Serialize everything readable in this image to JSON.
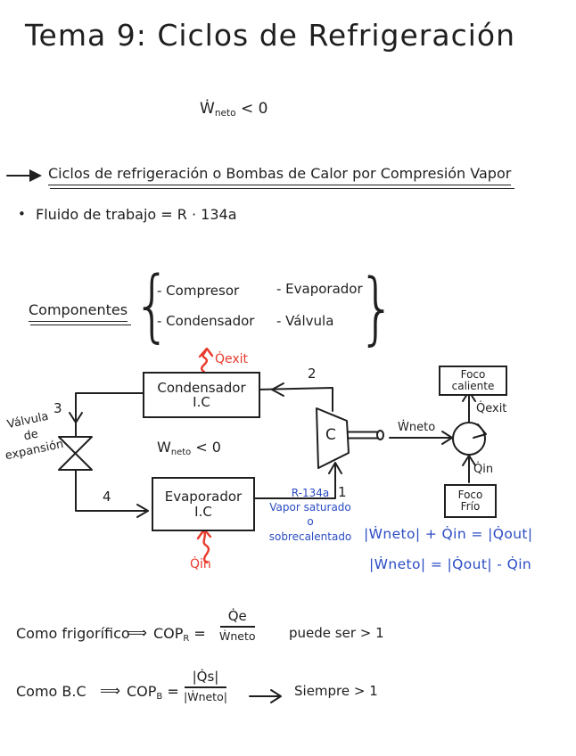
{
  "colors": {
    "ink": "#1f1f1f",
    "red": "#e8392b",
    "blue": "#2b4cc4"
  },
  "header": {
    "title": "Tema 9: Ciclos de Refrigeración",
    "w_sym": "Ẇ",
    "w_sub": "neto",
    "w_tail": " < 0"
  },
  "intro": {
    "heading": "Ciclos de refrigeración o Bombas de Calor por Compresión Vapor",
    "bullet": "•",
    "fluid": "Fluido de trabajo = R · 134a"
  },
  "componentes": {
    "label": "Componentes",
    "brace_open": "{",
    "brace_close": "}",
    "items_col1": [
      "- Compresor",
      "- Condensador"
    ],
    "items_col2": [
      "- Evaporador",
      "- Válvula"
    ]
  },
  "cycle": {
    "condenser_l1": "Condensador",
    "condenser_l2": "I.C",
    "evaporator_l1": "Evaporador",
    "evaporator_l2": "I.C",
    "compressor": "C",
    "valve_l1": "Válvula",
    "valve_l2": "de",
    "valve_l3": "expansión",
    "s1": "1",
    "s2": "2",
    "s3": "3",
    "s4": "4",
    "w_sym": "W",
    "w_sub": "neto",
    "w_tail": " < 0",
    "q_exit": "Q̇exit",
    "q_in": "Q̇in",
    "note_l1": "R-134a",
    "note_l2": "Vapor saturado",
    "note_l3": "o",
    "note_l4": "sobrecalentado"
  },
  "energy": {
    "hot_l1": "Foco",
    "hot_l2": "caliente",
    "cold_l1": "Foco",
    "cold_l2": "Frío",
    "w_label": "Ẇneto",
    "q_exit": "Q̇exit",
    "q_in": "Q̇in"
  },
  "equations": {
    "balance1": "|Ẇneto| + Q̇in = |Q̇out|",
    "balance2": "|Ẇneto| = |Q̇out| - Q̇in"
  },
  "cop_r": {
    "como": "Como frigorífico",
    "implies": "⟹",
    "cop": "COP",
    "sub": "R",
    "equals": "=",
    "num": "Q̇e",
    "den": "Ẇneto",
    "note": "puede ser > 1"
  },
  "cop_b": {
    "como": "Como B.C",
    "implies": "⟹",
    "cop": "COP",
    "sub": "B",
    "equals": "=",
    "num": "|Q̇s|",
    "den": "|Ẇneto|",
    "note": "Siempre > 1"
  }
}
